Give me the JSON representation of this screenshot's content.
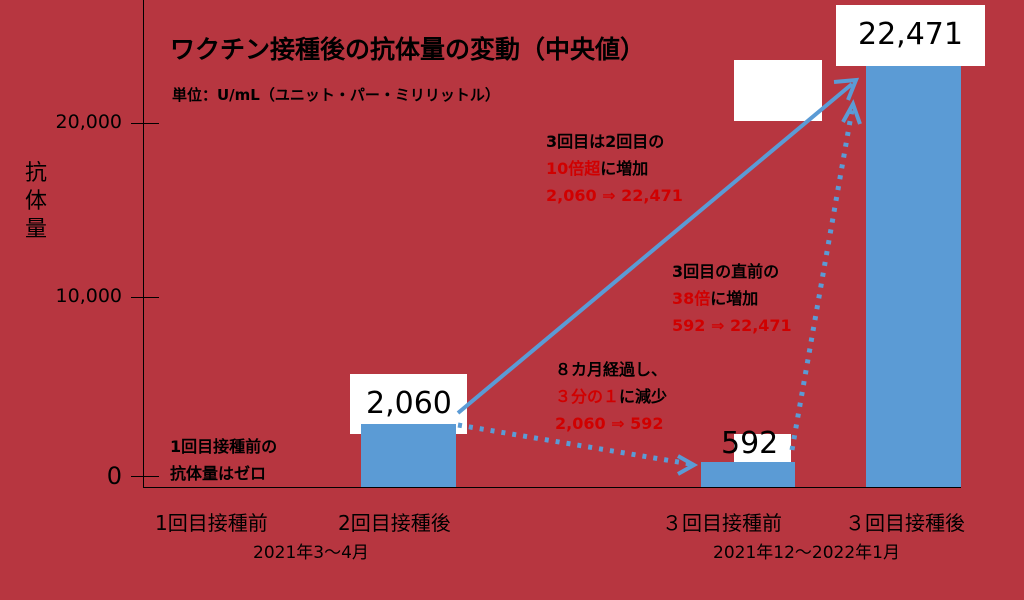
{
  "header": {
    "title": "ワクチン接種後の抗体量の変動（中央値）",
    "unit": "単位：U/mL（ユニット・パー・ミリリットル）"
  },
  "axis": {
    "ylabel_chars": [
      "抗",
      "体",
      "量"
    ],
    "ticks": [
      "20,000",
      "10,000",
      "0"
    ]
  },
  "bars": [
    {
      "category": "1回目接種前",
      "value_label": ""
    },
    {
      "category": "2回目接種後",
      "value_label": "2,060"
    },
    {
      "category": "３回目接種前",
      "value_label": "592"
    },
    {
      "category": "３回目接種後",
      "value_label": "22,471"
    }
  ],
  "periods": [
    "2021年3～4月",
    "2021年12～2022年1月"
  ],
  "annotations": {
    "zero": {
      "line1": "1回目接種前の",
      "line2": "抗体量はゼロ"
    },
    "increase_10x": {
      "line1": "3回目は2回目の",
      "line2_red": "10倍超",
      "line2_black": "に増加",
      "line3": "2,060 ⇒ 22,471"
    },
    "increase_38x": {
      "line1": "3回目の直前の",
      "line2_red": "38倍",
      "line2_black": "に増加",
      "line3": "592 ⇒ 22,471"
    },
    "decrease": {
      "line1": "８カ月経過し、",
      "line2_red": "３分の１",
      "line2_black": "に減少",
      "line3": "2,060 ⇒ 592"
    }
  },
  "colors": {
    "background": "#b73640",
    "bar": "#5b9bd5",
    "highlight": "#d00000"
  },
  "chart_data": {
    "type": "bar",
    "title": "ワクチン接種後の抗体量の変動（中央値）",
    "subtitle": "単位：U/mL（ユニット・パー・ミリリットル）",
    "categories": [
      "1回目接種前",
      "2回目接種後",
      "３回目接種前",
      "３回目接種後"
    ],
    "values": [
      0,
      2060,
      592,
      22471
    ],
    "xlabel": "",
    "ylabel": "抗体量",
    "ylim": [
      0,
      23000
    ],
    "yticks": [
      0,
      10000,
      20000
    ],
    "grid": false,
    "legend": null,
    "period_labels": [
      "2021年3～4月",
      "2021年12～2022年1月"
    ],
    "annotations": [
      "1回目接種前の抗体量はゼロ",
      "3回目は2回目の10倍超に増加 2,060 ⇒ 22,471",
      "3回目の直前の38倍に増加 592 ⇒ 22,471",
      "８カ月経過し、３分の１に減少 2,060 ⇒ 592"
    ]
  }
}
